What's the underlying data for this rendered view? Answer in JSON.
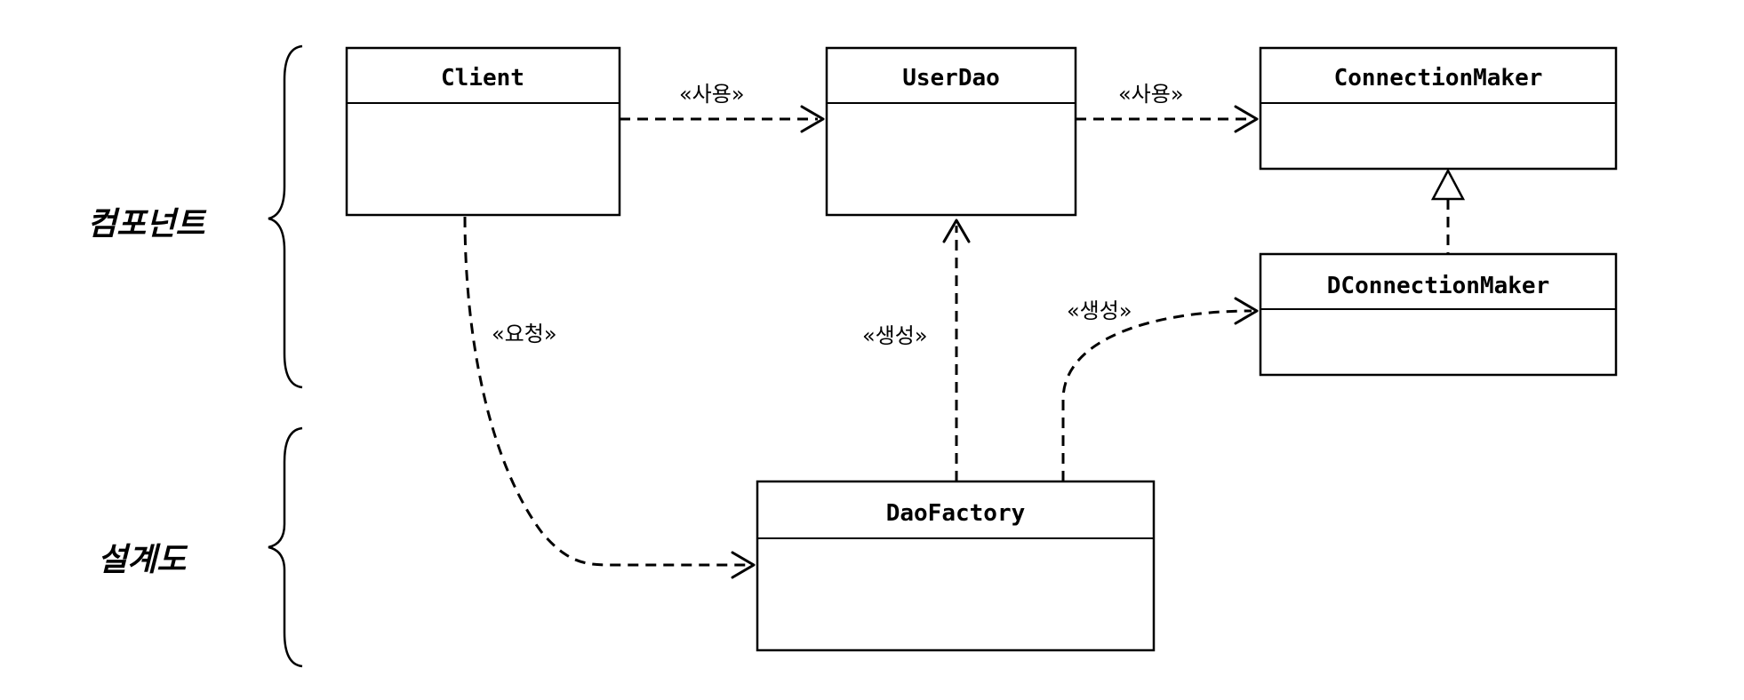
{
  "groups": {
    "components": "컴포넌트",
    "blueprint": "설계도"
  },
  "classes": {
    "client": "Client",
    "userdao": "UserDao",
    "connection_maker": "ConnectionMaker",
    "dconnection_maker": "DConnectionMaker",
    "dao_factory": "DaoFactory"
  },
  "relations": {
    "client_userdao": "«사용»",
    "userdao_connection_maker": "«사용»",
    "client_dao_factory": "«요청»",
    "factory_userdao": "«생성»",
    "factory_dconnection_maker": "«생성»"
  }
}
